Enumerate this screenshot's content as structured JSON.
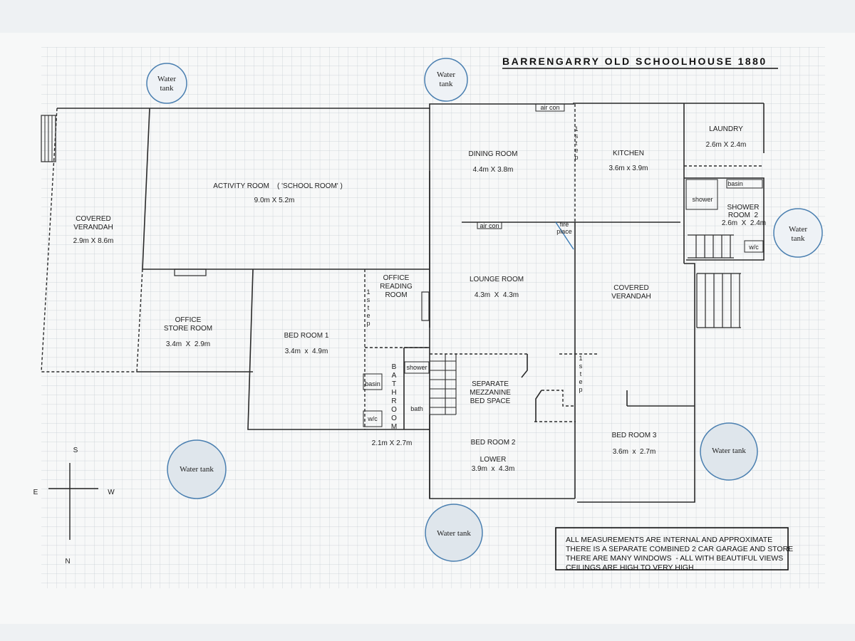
{
  "title": "BARRENGARRY OLD SCHOOLHOUSE 1880",
  "colors": {
    "paper": "#f7f8f8",
    "grid": "#c4cbd2",
    "wall": "#2a2a2a",
    "tank_fill": "#dfe6ec",
    "tank_stroke": "#4a7fb0",
    "fireplace": "#3a7bb6"
  },
  "water_tank_label": "Water tank",
  "water_tank_split": [
    "Water",
    "tank"
  ],
  "rooms": {
    "covered_verandah_west": {
      "name_1": "COVERED",
      "name_2": "VERANDAH",
      "size": "2.9m X 8.6m"
    },
    "activity_room": {
      "name": "ACTIVITY ROOM    ( 'SCHOOL ROOM' )",
      "size": "9.0m X 5.2m"
    },
    "dining_room": {
      "name": "DINING ROOM",
      "size": "4.4m X 3.8m"
    },
    "kitchen": {
      "name": "KITCHEN",
      "size": "3.6m x 3.9m"
    },
    "laundry": {
      "name": "LAUNDRY",
      "size": "2.6m X 2.4m"
    },
    "shower_room_2": {
      "name_1": "SHOWER",
      "name_2": "ROOM  2",
      "size": "2.6m  X  2.4m",
      "basin": "basin",
      "shower": "shower",
      "wc": "w/c"
    },
    "office_store_room": {
      "name_1": "OFFICE",
      "name_2": "STORE ROOM",
      "size": "3.4m  X  2.9m"
    },
    "bed_room_1": {
      "name": "BED ROOM 1",
      "size": "3.4m  x  4.9m"
    },
    "office_reading_room": {
      "name_1": "OFFICE",
      "name_2": "READING",
      "name_3": "ROOM"
    },
    "lounge_room": {
      "name": "LOUNGE ROOM",
      "size": "4.3m  X  4.3m"
    },
    "covered_verandah_east": {
      "name_1": "COVERED",
      "name_2": "VERANDAH"
    },
    "bathroom": {
      "letters": [
        "B",
        "A",
        "T",
        "H",
        "R",
        "O",
        "O",
        "M"
      ],
      "basin": "basin",
      "wc": "w/c",
      "shower": "shower",
      "bath": "bath",
      "size": "2.1m X 2.7m"
    },
    "mezzanine": {
      "name_1": "SEPARATE",
      "name_2": "MEZZANINE",
      "name_3": "BED SPACE"
    },
    "bed_room_2": {
      "name_1": "BED ROOM 2",
      "name_2": "LOWER",
      "size": "3.9m  x  4.3m"
    },
    "bed_room_3": {
      "name": "BED ROOM 3",
      "size": "3.6m  x  2.7m"
    }
  },
  "fixtures": {
    "air_con": "air con",
    "fire_1": "fire",
    "fire_2": "place"
  },
  "step_letters": [
    "1",
    "s",
    "t",
    "e",
    "p"
  ],
  "compass": {
    "north": "N",
    "south": "S",
    "east": "E",
    "west": "W"
  },
  "notes": [
    "ALL MEASUREMENTS ARE INTERNAL AND APPROXIMATE",
    "THERE IS A SEPARATE COMBINED 2 CAR GARAGE AND STORE",
    "THERE ARE MANY WINDOWS  - ALL WITH BEAUTIFUL VIEWS",
    "CEILINGS ARE HIGH TO VERY HIGH"
  ]
}
